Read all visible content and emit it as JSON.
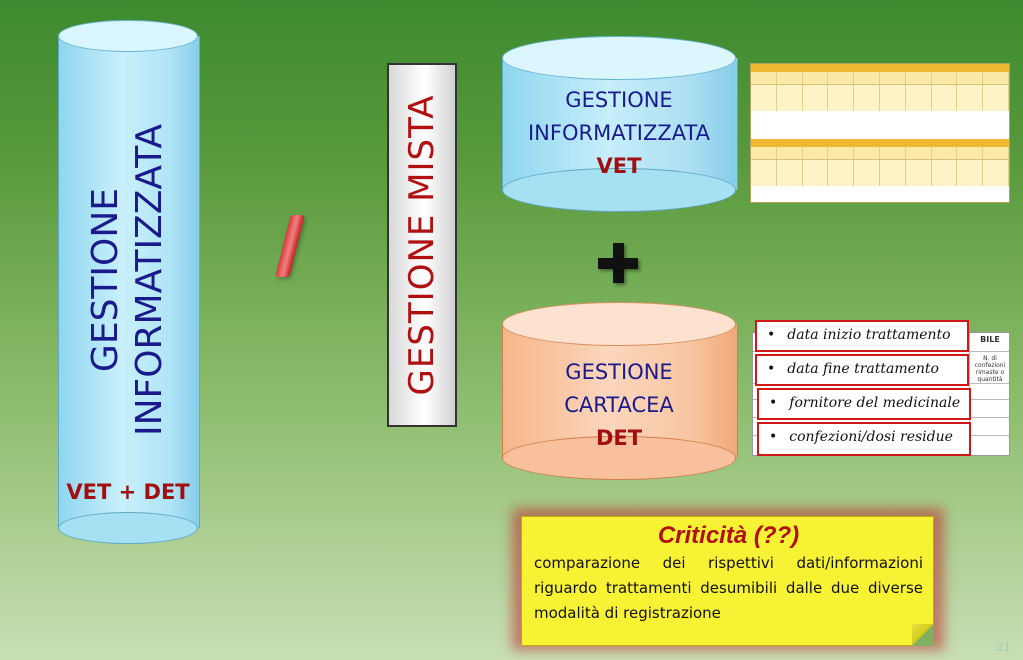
{
  "left_cylinder": {
    "line1": "GESTIONE",
    "line2": "INFORMATIZZATA",
    "footer": "VET + DET"
  },
  "separator": "/",
  "mista": {
    "label": "GESTIONE MISTA"
  },
  "vet_cylinder": {
    "line1": "GESTIONE",
    "line2": "INFORMATIZZATA",
    "line3": "VET"
  },
  "plus": "+",
  "det_cylinder": {
    "line1": "GESTIONE",
    "line2": "CARTACEA",
    "line3": "DET"
  },
  "paper_form": {
    "header": "BILE",
    "subheader": "N. di confezioni rimaste o quantità",
    "bullets": [
      "data inizio trattamento",
      "data fine trattamento",
      "fornitore del medicinale",
      "confezioni/dosi residue"
    ]
  },
  "note": {
    "title": "Criticità (??)",
    "body": "comparazione dei rispettivi dati/informazioni riguardo trattamenti desumibili dalle due diverse modalità di registrazione"
  },
  "page_number": "21",
  "colors": {
    "title_blue": "#1a1a8c",
    "accent_red": "#a01010",
    "note_yellow": "#f8f234"
  }
}
